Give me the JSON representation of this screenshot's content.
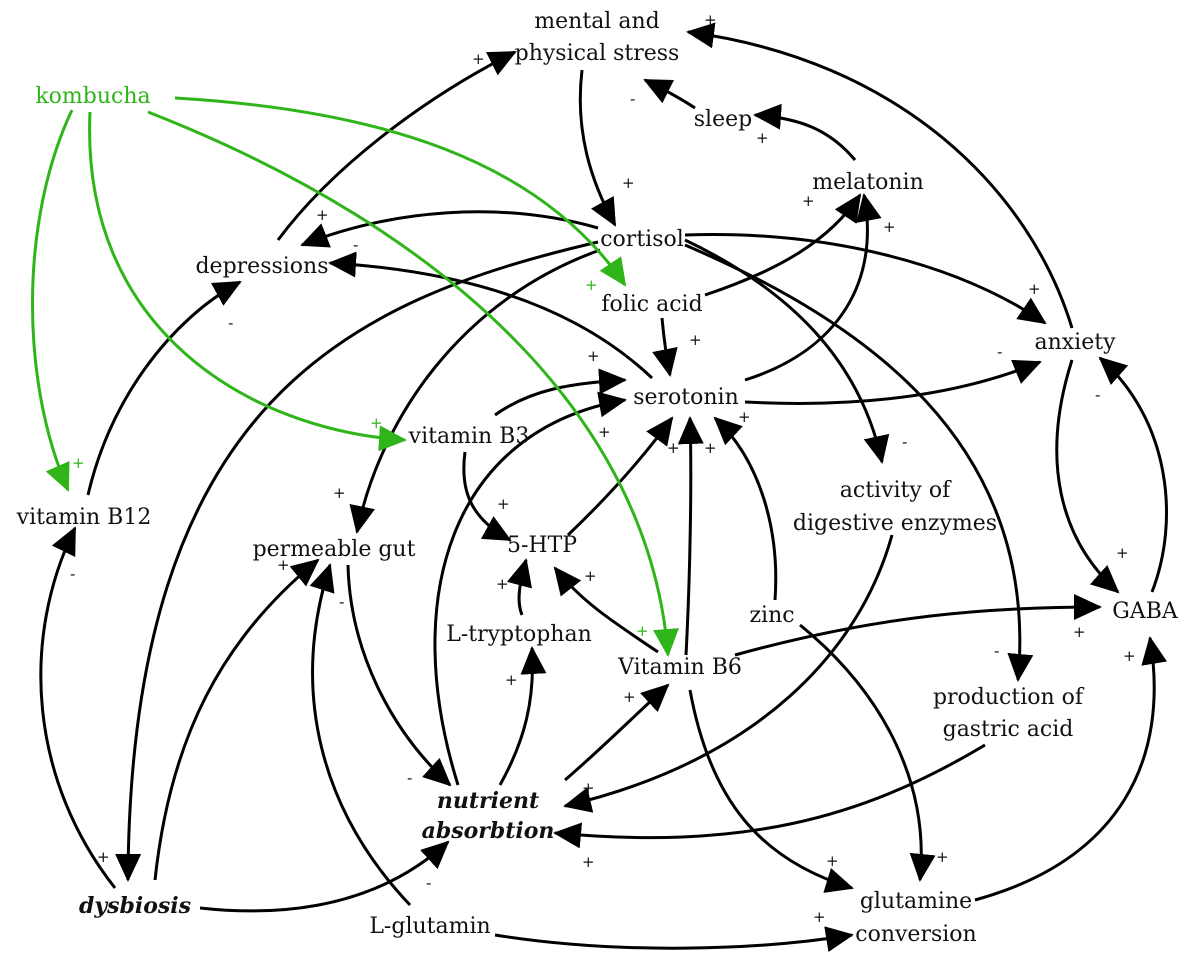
{
  "colors": {
    "black": "#000000",
    "green": "#2fb51a"
  },
  "nodes": {
    "stress_l1": "mental and",
    "stress_l2": "physical stress",
    "sleep": "sleep",
    "melatonin": "melatonin",
    "kombucha": "kombucha",
    "cortisol": "cortisol",
    "depressions": "depressions",
    "folic_acid": "folic acid",
    "anxiety": "anxiety",
    "serotonin": "serotonin",
    "vitamin_b3": "vitamin B3",
    "vitamin_b12": "vitamin B12",
    "digestive_l1": "activity of",
    "digestive_l2": "digestive enzymes",
    "permeable_gut": "permeable gut",
    "htp": "5-HTP",
    "zinc": "zinc",
    "gaba": "GABA",
    "l_tryptophan": "L-tryptophan",
    "vitamin_b6": "Vitamin B6",
    "gastric_l1": "production of",
    "gastric_l2": "gastric acid",
    "nutrient_l1": "nutrient",
    "nutrient_l2": "absorbtion",
    "dysbiosis": "dysbiosis",
    "l_glutamin": "L-glutamin",
    "glutamine_l1": "glutamine",
    "glutamine_l2": "conversion"
  },
  "signs": {
    "plus": "+",
    "minus": "-"
  }
}
